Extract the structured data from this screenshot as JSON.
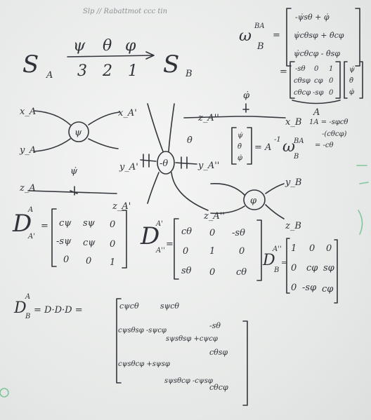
{
  "header_scribble": "Slp // Rabattmot ccc tin",
  "rotation": {
    "from": "S",
    "from_sub": "A",
    "to": "S",
    "to_sub": "B",
    "angles": [
      "ψ",
      "θ",
      "φ"
    ],
    "sequence": [
      "3",
      "2",
      "1"
    ]
  },
  "omega": {
    "symbol": "ω",
    "sup": "BA",
    "sub": "B",
    "rows": [
      "-ψ̇sθ + φ̇",
      "ψ̇cθsφ + θ̇cφ",
      "ψ̇cθcφ - θ̇sφ"
    ],
    "eq": "="
  },
  "omega_matrix": {
    "rows": [
      [
        "-sθ",
        "0",
        "1"
      ],
      [
        "cθsφ",
        "cφ",
        "0"
      ],
      [
        "cθcφ",
        "-sφ",
        "0"
      ]
    ],
    "vec": [
      "ψ̇",
      "θ̇",
      "φ̇"
    ],
    "label": "A"
  },
  "inverse_note": {
    "lines": [
      "1A = -sφcθ",
      "-(cθcφ)",
      "= -cθ"
    ]
  },
  "diagram": {
    "axes": [
      "x_A",
      "y_A",
      "z_A",
      "x_A'",
      "y_A'",
      "z_A'",
      "z_A''",
      "x_B",
      "y_A''",
      "z_A''",
      "y_B",
      "z_B"
    ],
    "rates": [
      "ψ̇",
      "θ̇",
      "φ̇"
    ],
    "joints": [
      "ψ",
      "-θ",
      "φ"
    ]
  },
  "kinematic_eq": {
    "vec": [
      "ψ̇",
      "θ̇",
      "φ̇"
    ],
    "rhs": "= A",
    "sup": "-1",
    "omega": "ω",
    "omega_sup": "BA",
    "omega_sub": "B"
  },
  "D1": {
    "symbol": "D",
    "sup": "A",
    "sub": "A'",
    "rows": [
      [
        "cψ",
        "sψ",
        "0"
      ],
      [
        "-sψ",
        "cψ",
        "0"
      ],
      [
        "0",
        "0",
        "1"
      ]
    ]
  },
  "D2": {
    "symbol": "D",
    "sup": "A'",
    "sub": "A''",
    "rows": [
      [
        "cθ",
        "0",
        "-sθ"
      ],
      [
        "0",
        "1",
        "0"
      ],
      [
        "sθ",
        "0",
        "cθ"
      ]
    ]
  },
  "D3": {
    "symbol": "D",
    "sup": "A''",
    "sub": "B",
    "rows": [
      [
        "1",
        "0",
        "0"
      ],
      [
        "0",
        "cφ",
        "sφ"
      ],
      [
        "0",
        "-sφ",
        "cφ"
      ]
    ]
  },
  "product": {
    "lhs": "D",
    "lhs_sup": "A",
    "lhs_sub": "B",
    "terms": "= D·D·D =",
    "rows": [
      [
        "cψcθ",
        "sψcθ",
        "-sθ"
      ],
      [
        "cψsθsφ -sψcφ",
        "sψsθsφ +cψcφ",
        "cθsφ"
      ],
      [
        "cψsθcφ +sψsφ",
        "sψsθcφ -cψsφ",
        "cθcφ"
      ]
    ]
  }
}
